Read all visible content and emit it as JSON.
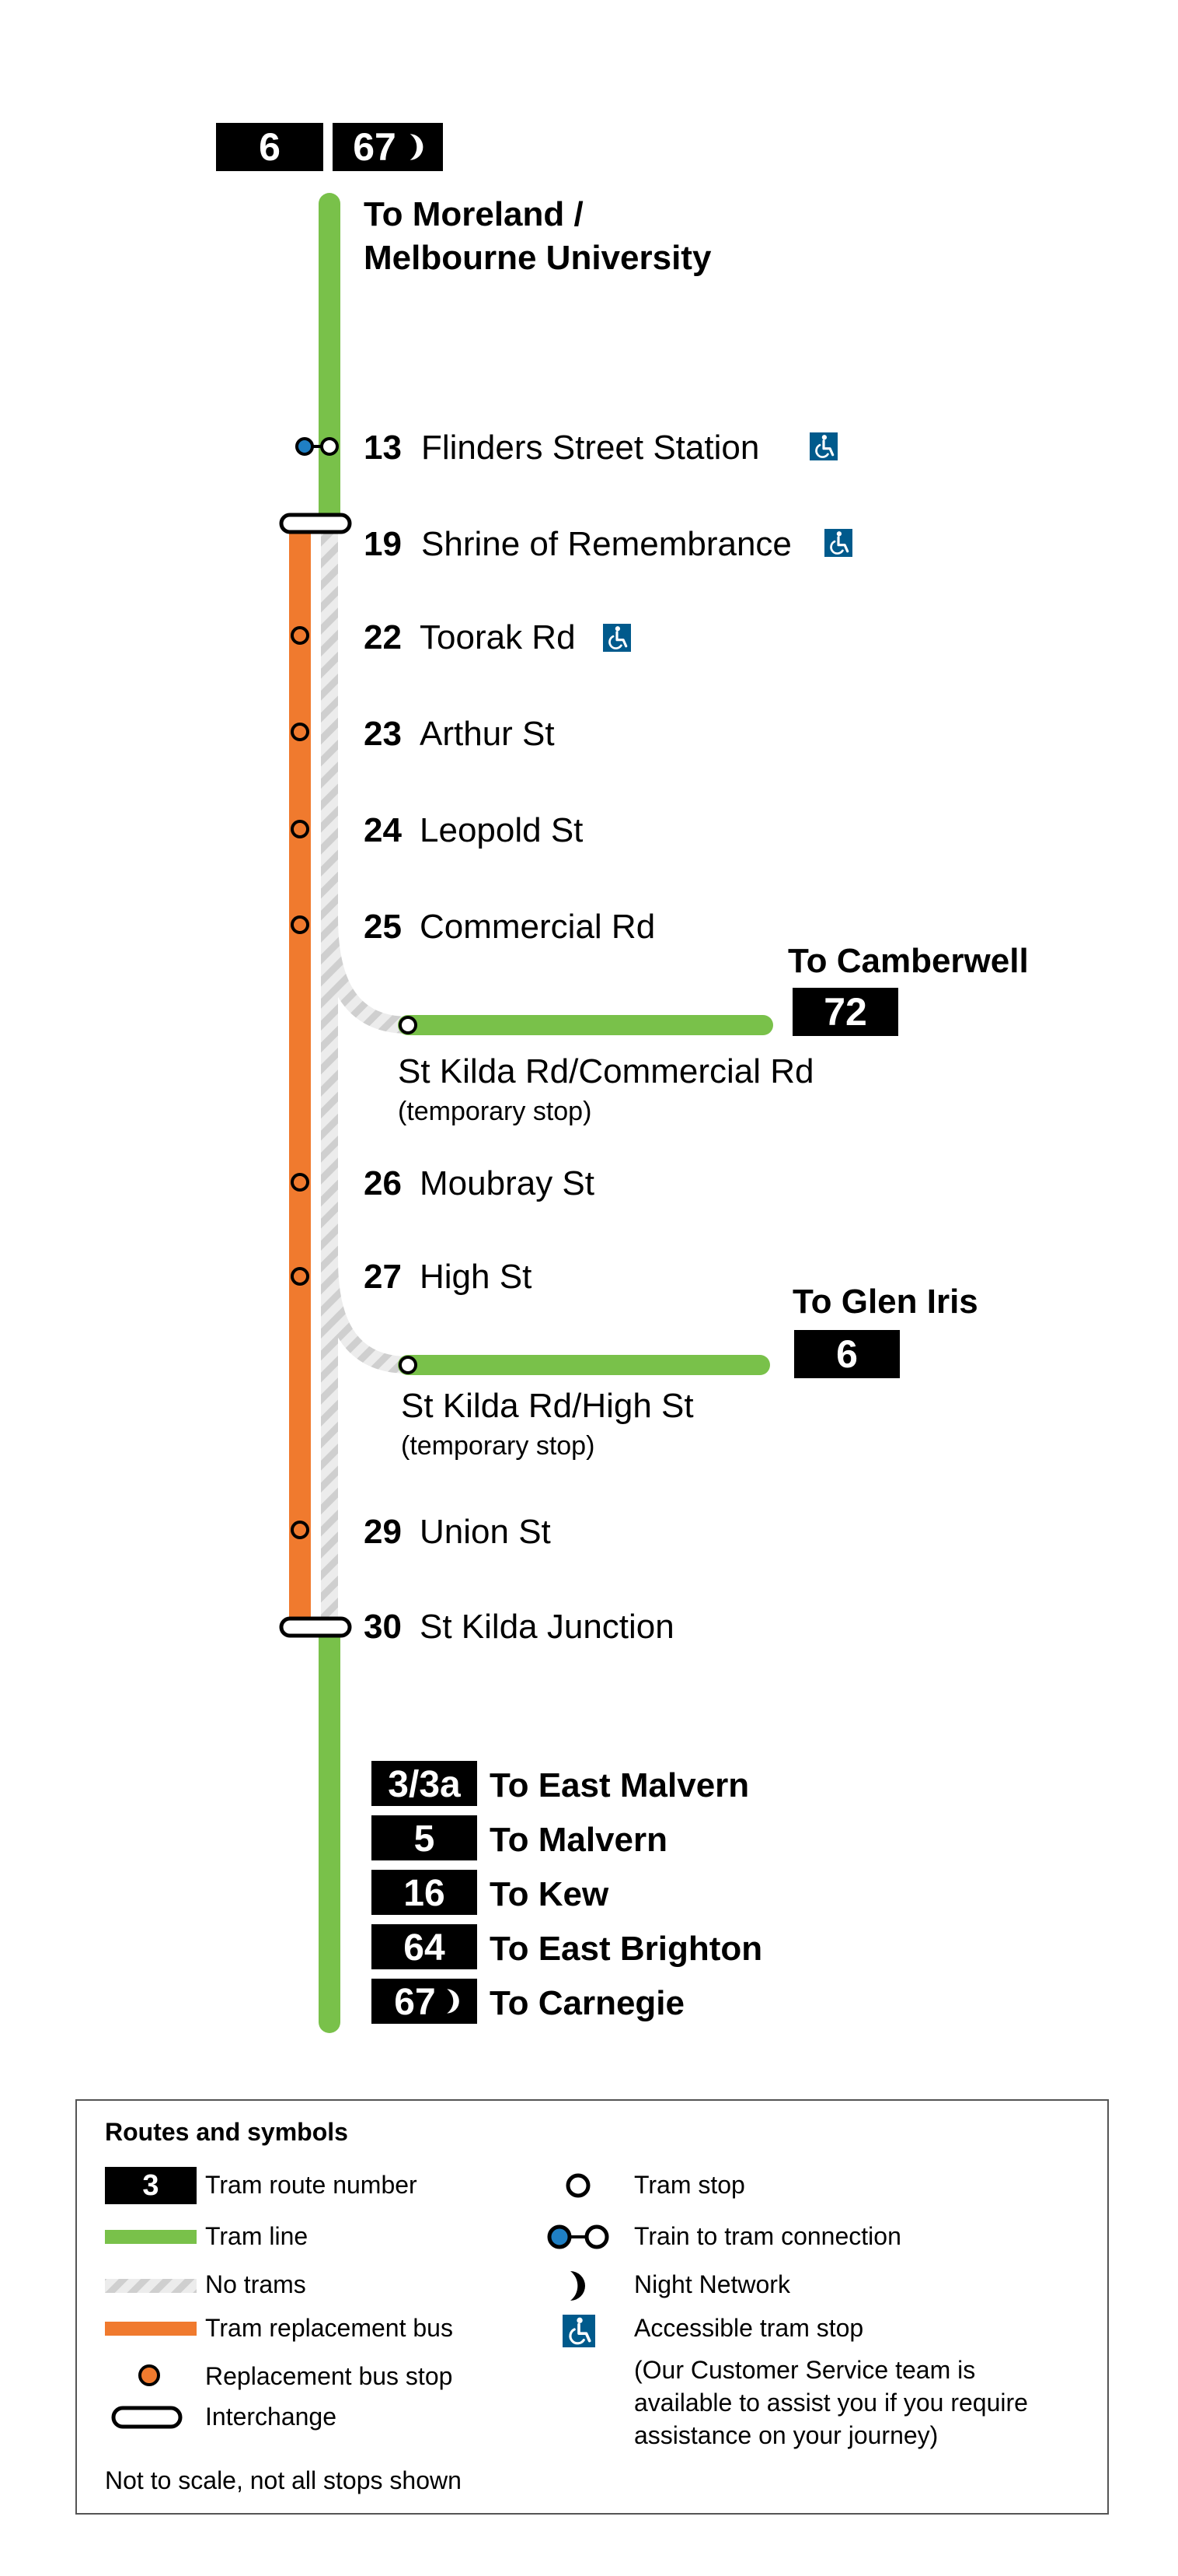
{
  "colors": {
    "tram_line": "#79C14A",
    "replacement_bus": "#F07A2E",
    "no_trams": "#D9D9D9",
    "train_connection": "#1F7FC4",
    "accessible": "#005A8C",
    "badge": "#000000"
  },
  "top_badges": [
    {
      "route": "6",
      "night": false
    },
    {
      "route": "67",
      "night": true
    }
  ],
  "top_destination": [
    "To Moreland /",
    "Melbourne University"
  ],
  "stops": [
    {
      "number": "13",
      "name": "Flinders Street Station",
      "accessible": true,
      "train_connection": true
    },
    {
      "number": "19",
      "name": "Shrine of Remembrance",
      "accessible": true,
      "interchange": true
    },
    {
      "number": "22",
      "name": "Toorak Rd",
      "accessible": true,
      "bus_stop": true
    },
    {
      "number": "23",
      "name": "Arthur St",
      "bus_stop": true
    },
    {
      "number": "24",
      "name": "Leopold St",
      "bus_stop": true
    },
    {
      "number": "25",
      "name": "Commercial Rd",
      "bus_stop": true
    },
    {
      "number": "26",
      "name": "Moubray St",
      "bus_stop": true
    },
    {
      "number": "27",
      "name": "High St",
      "bus_stop": true
    },
    {
      "number": "29",
      "name": "Union St",
      "bus_stop": true
    },
    {
      "number": "30",
      "name": "St Kilda Junction",
      "interchange": true
    }
  ],
  "branches": [
    {
      "destination": "To Camberwell",
      "route": "72",
      "stop_name": "St Kilda Rd/Commercial Rd",
      "note": "(temporary stop)"
    },
    {
      "destination": "To Glen Iris",
      "route": "6",
      "stop_name": "St Kilda Rd/High St",
      "note": "(temporary stop)"
    }
  ],
  "bottom_routes": [
    {
      "route": "3/3a",
      "destination": "To East Malvern",
      "night": false
    },
    {
      "route": "5",
      "destination": "To Malvern",
      "night": false
    },
    {
      "route": "16",
      "destination": "To Kew",
      "night": false
    },
    {
      "route": "64",
      "destination": "To East Brighton",
      "night": false
    },
    {
      "route": "67",
      "destination": "To Carnegie",
      "night": true
    }
  ],
  "legend": {
    "title": "Routes and symbols",
    "badge_example": "3",
    "items_left": [
      {
        "symbol": "route-number",
        "label": "Tram route number"
      },
      {
        "symbol": "tram-line",
        "label": "Tram line"
      },
      {
        "symbol": "no-trams",
        "label": "No trams"
      },
      {
        "symbol": "replacement-bus",
        "label": "Tram replacement bus"
      },
      {
        "symbol": "bus-stop",
        "label": "Replacement bus stop"
      },
      {
        "symbol": "interchange",
        "label": "Interchange"
      }
    ],
    "items_right": [
      {
        "symbol": "tram-stop",
        "label": "Tram stop"
      },
      {
        "symbol": "train-connection",
        "label": "Train to tram connection"
      },
      {
        "symbol": "night",
        "label": "Night Network"
      },
      {
        "symbol": "accessible",
        "label": "Accessible tram stop"
      }
    ],
    "accessible_note": [
      "(Our Customer Service team is",
      "available to assist you if you require",
      "assistance on your journey)"
    ],
    "footer": "Not to scale, not all stops shown"
  }
}
